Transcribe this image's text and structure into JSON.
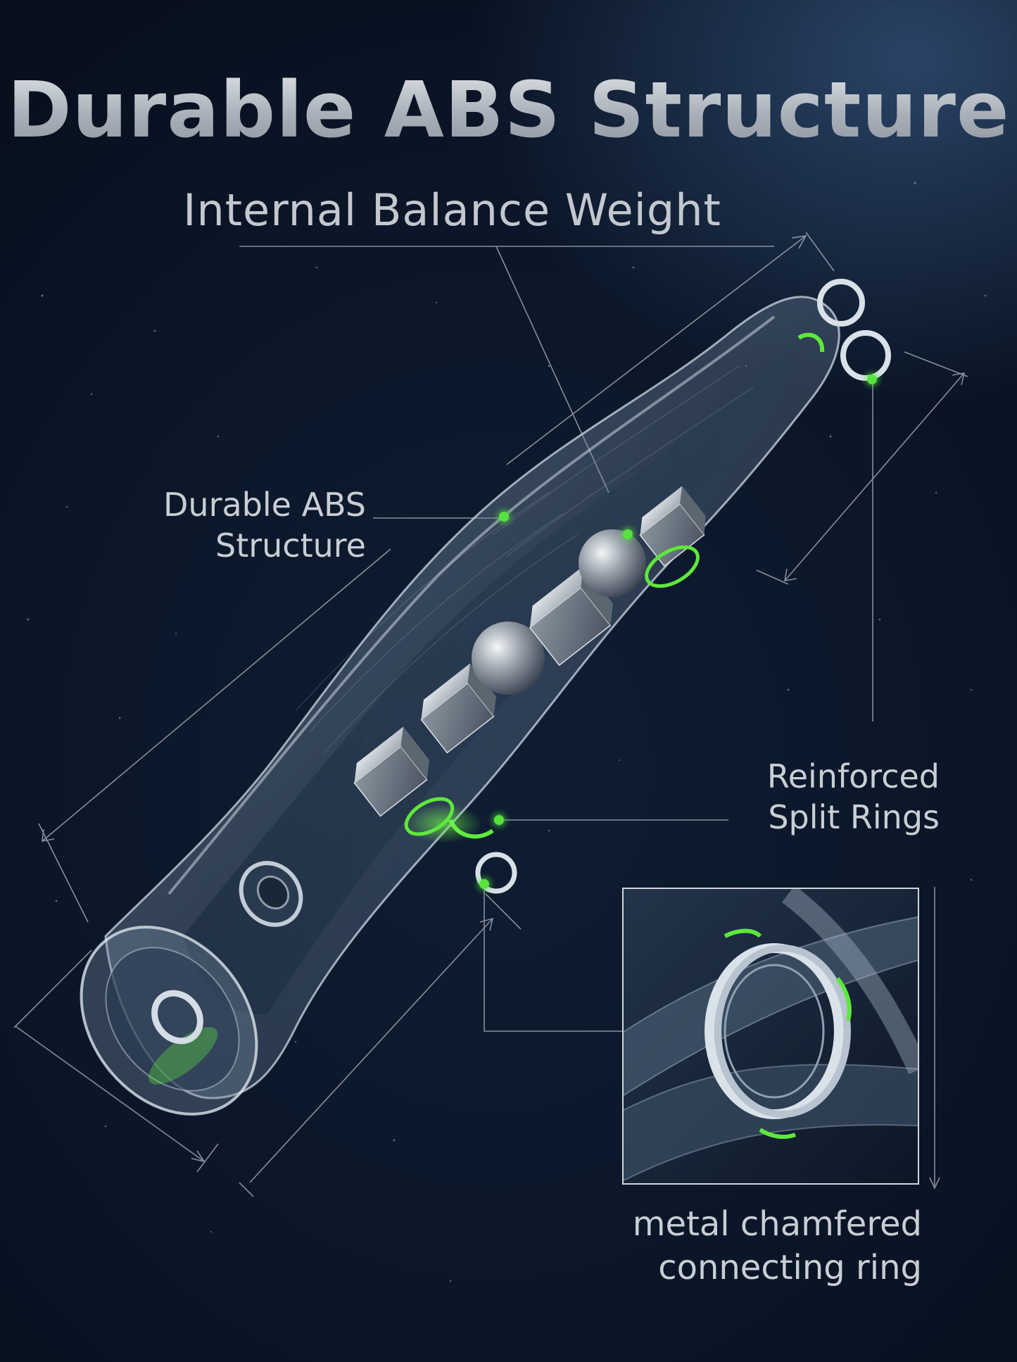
{
  "title": "Durable ABS Structure",
  "callouts": {
    "internal_weight": "Internal Balance Weight",
    "abs_structure": [
      "Durable ABS",
      "Structure"
    ],
    "split_rings": [
      "Reinforced",
      "Split Rings"
    ],
    "connecting_ring": [
      "metal chamfered",
      "connecting ring"
    ]
  },
  "colors": {
    "accent_green": "#57e23f",
    "background": "#0b1628",
    "text": "#c9ced5"
  },
  "icons": [
    "popper-lure-illustration",
    "split-ring-closeup-illustration"
  ]
}
